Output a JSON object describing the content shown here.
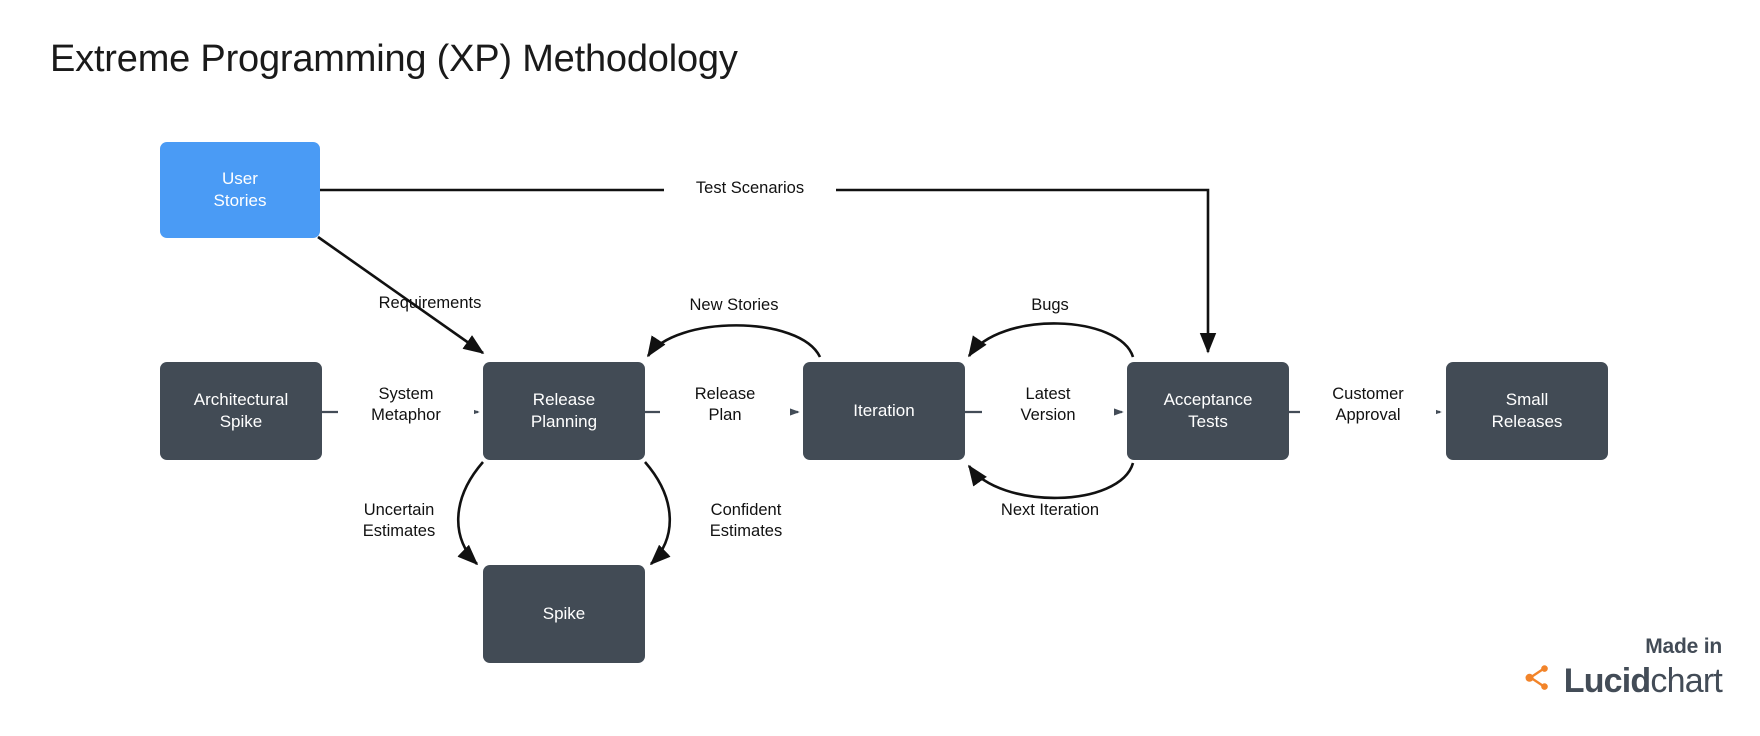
{
  "title": "Extreme Programming (XP) Methodology",
  "colors": {
    "node_dark": "#424b55",
    "node_accent": "#4a9bf5",
    "node_text": "#ffffff",
    "edge": "#111111",
    "background": "#ffffff",
    "logo_orange": "#f2842a",
    "logo_slate": "#434c57"
  },
  "nodes": [
    {
      "id": "user-stories",
      "label": "User\nStories",
      "style": "accent"
    },
    {
      "id": "architectural-spike",
      "label": "Architectural\nSpike",
      "style": "dark"
    },
    {
      "id": "release-planning",
      "label": "Release\nPlanning",
      "style": "dark"
    },
    {
      "id": "iteration",
      "label": "Iteration",
      "style": "dark"
    },
    {
      "id": "acceptance-tests",
      "label": "Acceptance\nTests",
      "style": "dark"
    },
    {
      "id": "small-releases",
      "label": "Small\nReleases",
      "style": "dark"
    },
    {
      "id": "spike",
      "label": "Spike",
      "style": "dark"
    }
  ],
  "edges": [
    {
      "id": "test-scenarios",
      "label": "Test Scenarios",
      "from": "user-stories",
      "to": "acceptance-tests"
    },
    {
      "id": "requirements",
      "label": "Requirements",
      "from": "user-stories",
      "to": "release-planning"
    },
    {
      "id": "system-metaphor",
      "label": "System\nMetaphor",
      "from": "architectural-spike",
      "to": "release-planning"
    },
    {
      "id": "release-plan",
      "label": "Release\nPlan",
      "from": "release-planning",
      "to": "iteration"
    },
    {
      "id": "new-stories",
      "label": "New Stories",
      "from": "iteration",
      "to": "release-planning"
    },
    {
      "id": "uncertain-estimates",
      "label": "Uncertain\nEstimates",
      "from": "release-planning",
      "to": "spike"
    },
    {
      "id": "confident-estimates",
      "label": "Confident\nEstimates",
      "from": "release-planning",
      "to": "spike"
    },
    {
      "id": "latest-version",
      "label": "Latest\nVersion",
      "from": "iteration",
      "to": "acceptance-tests"
    },
    {
      "id": "bugs",
      "label": "Bugs",
      "from": "acceptance-tests",
      "to": "iteration"
    },
    {
      "id": "next-iteration",
      "label": "Next Iteration",
      "from": "acceptance-tests",
      "to": "iteration"
    },
    {
      "id": "customer-approval",
      "label": "Customer\nApproval",
      "from": "acceptance-tests",
      "to": "small-releases"
    }
  ],
  "credit": {
    "made_in": "Made in",
    "brand_bold": "Lucid",
    "brand_light": "chart"
  }
}
